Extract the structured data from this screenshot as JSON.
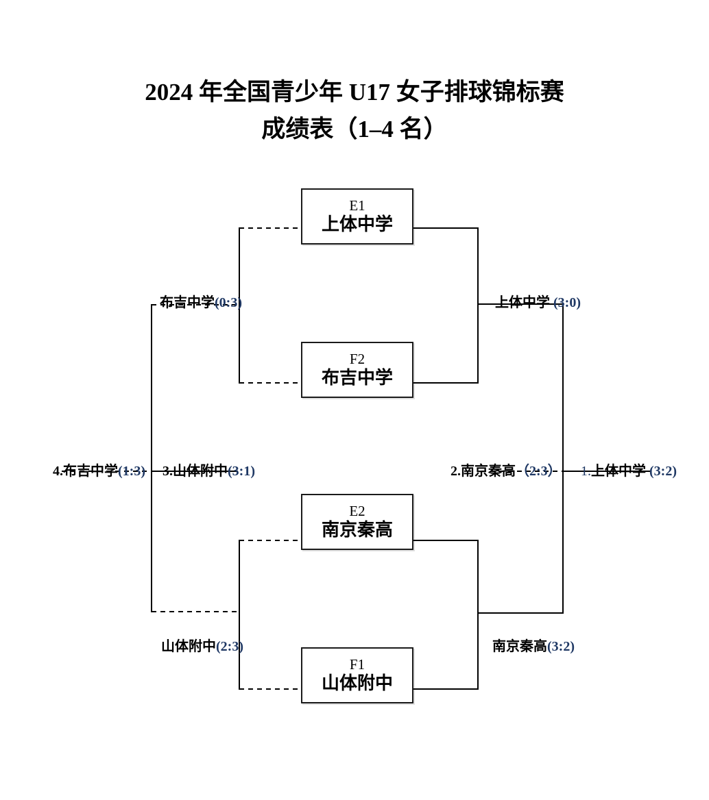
{
  "title": {
    "line1": "2024 年全国青少年 U17 女子排球锦标赛",
    "line2": "成绩表（1–4 名）"
  },
  "colors": {
    "background": "#FFFFFF",
    "text": "#000000",
    "line": "#000000",
    "score_accent": "#1F3864"
  },
  "bracket": {
    "boxes": [
      {
        "code": "E1",
        "team": "上体中学"
      },
      {
        "code": "F2",
        "team": "布吉中学"
      },
      {
        "code": "E2",
        "team": "南京秦高"
      },
      {
        "code": "F1",
        "team": "山体附中"
      }
    ],
    "results": {
      "semi1_loser": {
        "name": "布吉中学",
        "score": "(0:3)"
      },
      "semi1_winner": {
        "name": "上体中学",
        "score": " (3:0)"
      },
      "semi2_loser": {
        "name": "山体附中",
        "score": "(2:3)"
      },
      "semi2_winner": {
        "name": "南京秦高",
        "score": "(3:2)"
      },
      "place4": {
        "name": "4.布吉中学",
        "score": "(1:3)"
      },
      "place3": {
        "name": "3.山体附中",
        "score": "(3:1)"
      },
      "place2": {
        "name": "2.南京秦高",
        "score": "（2:3）"
      },
      "place1": {
        "prefix": "1.",
        "name": "上体中学",
        "score": " (3:2)"
      }
    }
  }
}
